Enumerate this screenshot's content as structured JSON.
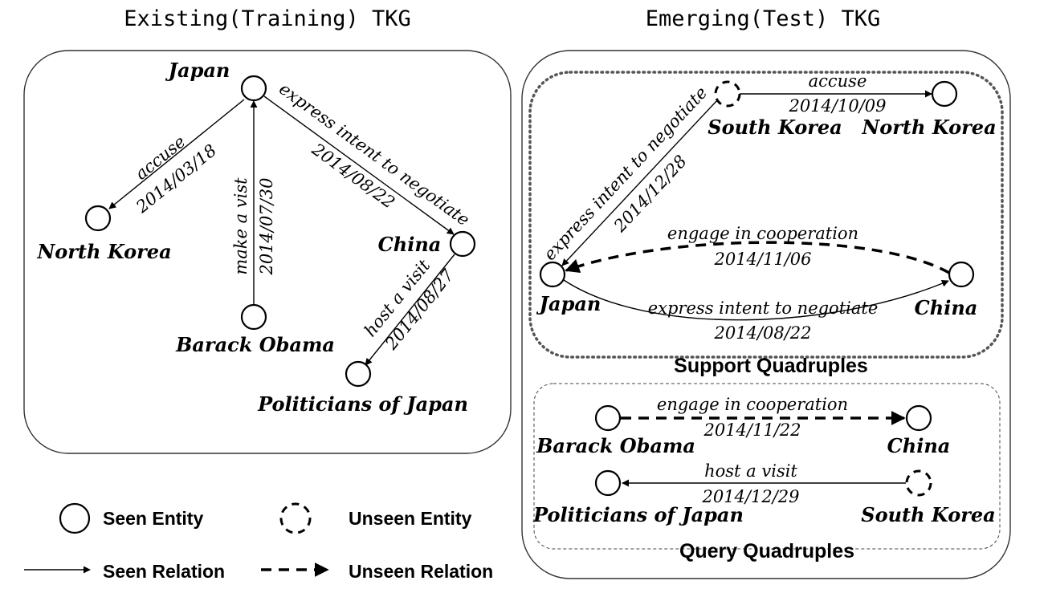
{
  "titles": {
    "existing": "Existing(Training) TKG",
    "emerging": "Emerging(Test) TKG"
  },
  "existing": {
    "entities": {
      "japan": "Japan",
      "north_korea": "North Korea",
      "barack_obama": "Barack Obama",
      "china": "China",
      "politicians_of_japan": "Politicians of Japan"
    },
    "relations": {
      "accuse": {
        "label": "accuse",
        "date": "2014/03/18"
      },
      "make_visit": {
        "label": "make a vist",
        "date": "2014/07/30"
      },
      "negotiate": {
        "label": "express intent to negotiate",
        "date": "2014/08/22"
      },
      "host_visit": {
        "label": "host a visit",
        "date": "2014/08/27"
      }
    }
  },
  "support": {
    "title": "Support Quadruples",
    "entities": {
      "south_korea": "South Korea",
      "north_korea": "North Korea",
      "japan": "Japan",
      "china": "China"
    },
    "relations": {
      "accuse": {
        "label": "accuse",
        "date": "2014/10/09"
      },
      "negotiate_sk": {
        "label": "express intent to negotiate",
        "date": "2014/12/28"
      },
      "cooperation": {
        "label": "engage in cooperation",
        "date": "2014/11/06"
      },
      "negotiate_jc": {
        "label": "express intent to negotiate",
        "date": "2014/08/22"
      }
    }
  },
  "query": {
    "title": "Query Quadruples",
    "entities": {
      "barack_obama": "Barack Obama",
      "china": "China",
      "politicians_of_japan": "Politicians of Japan",
      "south_korea": "South Korea"
    },
    "relations": {
      "cooperation": {
        "label": "engage in cooperation",
        "date": "2014/11/22"
      },
      "host_visit": {
        "label": "host a visit",
        "date": "2014/12/29"
      }
    }
  },
  "legend": {
    "seen_entity": "Seen Entity",
    "unseen_entity": "Unseen Entity",
    "seen_relation": "Seen Relation",
    "unseen_relation": "Unseen Relation"
  }
}
